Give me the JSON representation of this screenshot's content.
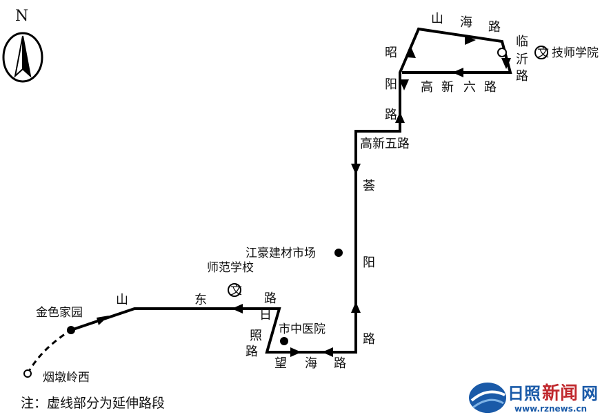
{
  "compass": {
    "north_label": "N"
  },
  "places": {
    "jinse_jiayuan": "金色家园",
    "yandunling_xi": "烟墩岭西",
    "shifan_xuexiao": "师范学校",
    "jianghao_jiancai": "江豪建材市场",
    "shizhong_yiyuan": "市中医院",
    "jishi_xueyuan": "技师学院"
  },
  "roads": {
    "shandong_1": "山",
    "shandong_2": "东",
    "shandong_3": "路",
    "rizhao_1": "日",
    "rizhao_2": "照",
    "rizhao_3": "路",
    "wanghai_1": "望",
    "wanghai_2": "海",
    "wanghai_3": "路",
    "huiyang_1": "荟",
    "huiyang_2": "阳",
    "huiyang_3": "路",
    "gaoxin5": "高新五路",
    "zhaoyang_1": "昭",
    "zhaoyang_2": "阳",
    "zhaoyang_3": "路",
    "shanhai_1": "山",
    "shanhai_2": "海",
    "shanhai_3": "路",
    "linyi_1": "临",
    "linyi_2": "沂",
    "linyi_3": "路",
    "gaoxin6_1": "高",
    "gaoxin6_2": "新",
    "gaoxin6_3": "六",
    "gaoxin6_4": "路"
  },
  "school_symbol": "文",
  "note": "注：虚线部分为延伸路段",
  "brand": {
    "name_a": "日照",
    "name_b": "新闻",
    "name_c": "网",
    "url": "www.rznews.cn"
  },
  "colors": {
    "route": "#000000",
    "brand_blue": "#1a5aa8",
    "brand_red": "#c0282d"
  }
}
